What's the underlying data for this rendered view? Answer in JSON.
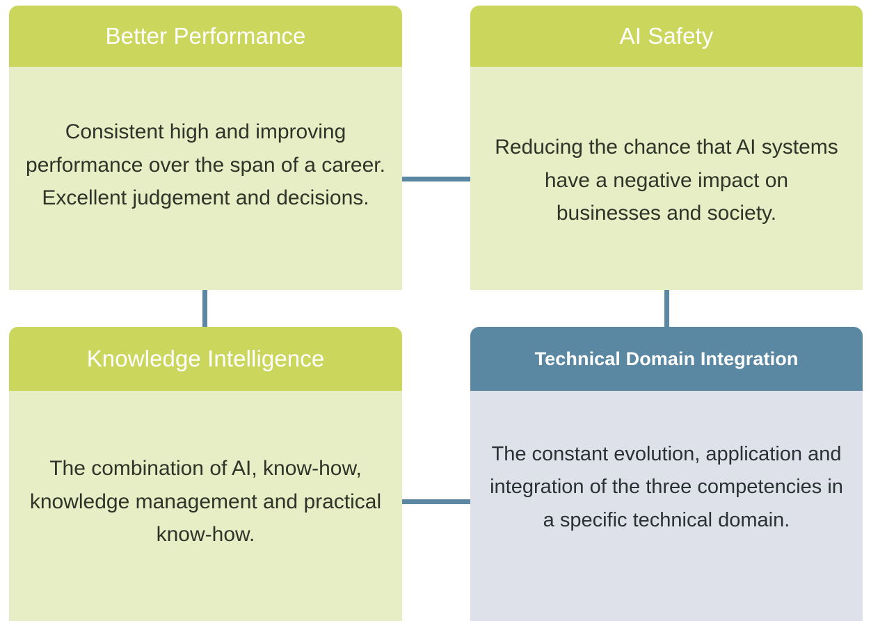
{
  "diagram": {
    "type": "four-quadrant-linked-cards",
    "colors": {
      "green_header": "#cbd65c",
      "green_body": "#e7edc4",
      "blue_header": "#5a88a3",
      "blue_body": "#dee1e9",
      "connector": "#5b87a3",
      "header_text": "#ffffff",
      "body_text": "#2f3429",
      "background": "#ffffff"
    },
    "cards": [
      {
        "id": "better-performance",
        "title": "Better Performance",
        "description": "Consistent high and improving performance over the span of a career. Excellent judgement and decisions.",
        "accent": "green",
        "position": "top-left"
      },
      {
        "id": "ai-safety",
        "title": "AI Safety",
        "description": "Reducing the chance that AI systems have a negative impact on businesses and society.",
        "accent": "green",
        "position": "top-right"
      },
      {
        "id": "knowledge-intelligence",
        "title": "Knowledge Intelligence",
        "description": "The combination of AI, know-how, knowledge management and practical know-how.",
        "accent": "green",
        "position": "bottom-left"
      },
      {
        "id": "technical-domain-integration",
        "title": "Technical Domain Integration",
        "description": "The constant evolution, application and integration of the three competencies in a specific technical domain.",
        "accent": "blue",
        "position": "bottom-right"
      }
    ],
    "connectors": [
      {
        "id": "top-horizontal",
        "orientation": "horizontal",
        "from": "better-performance",
        "to": "ai-safety"
      },
      {
        "id": "bottom-horizontal",
        "orientation": "horizontal",
        "from": "knowledge-intelligence",
        "to": "technical-domain-integration"
      },
      {
        "id": "left-vertical",
        "orientation": "vertical",
        "from": "better-performance",
        "to": "knowledge-intelligence"
      },
      {
        "id": "right-vertical",
        "orientation": "vertical",
        "from": "ai-safety",
        "to": "technical-domain-integration"
      }
    ]
  }
}
